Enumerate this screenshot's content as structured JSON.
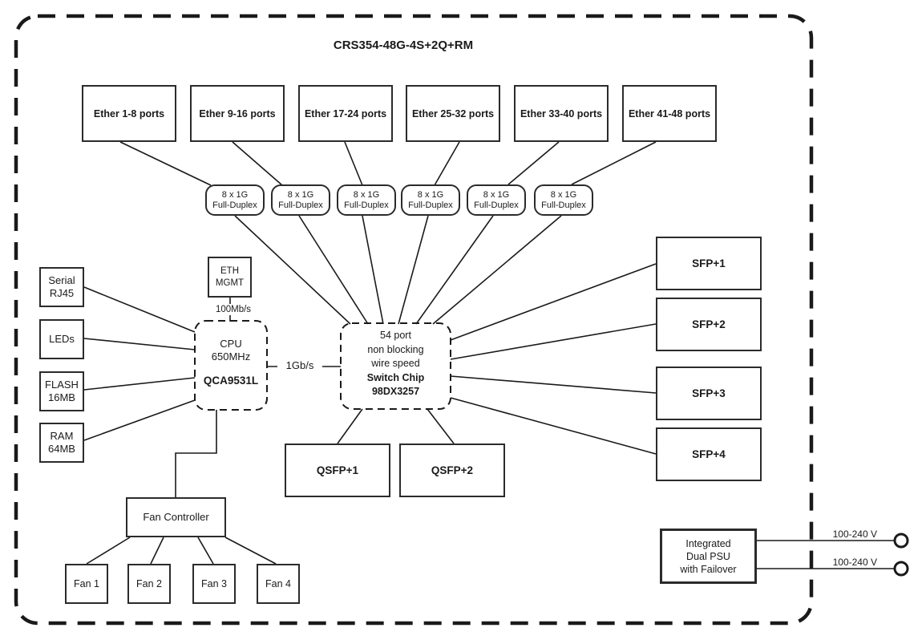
{
  "title": "CRS354-48G-4S+2Q+RM",
  "ether_groups": [
    {
      "label": "Ether 1-8 ports"
    },
    {
      "label": "Ether 9-16 ports"
    },
    {
      "label": "Ether 17-24 ports"
    },
    {
      "label": "Ether 25-32 ports"
    },
    {
      "label": "Ether 33-40 ports"
    },
    {
      "label": "Ether 41-48 ports"
    }
  ],
  "phy_links": [
    {
      "rate": "8 x 1G",
      "mode": "Full-Duplex"
    },
    {
      "rate": "8 x 1G",
      "mode": "Full-Duplex"
    },
    {
      "rate": "8 x 1G",
      "mode": "Full-Duplex"
    },
    {
      "rate": "8 x 1G",
      "mode": "Full-Duplex"
    },
    {
      "rate": "8 x 1G",
      "mode": "Full-Duplex"
    },
    {
      "rate": "8 x 1G",
      "mode": "Full-Duplex"
    }
  ],
  "peripherals": [
    {
      "line1": "Serial",
      "line2": "RJ45"
    },
    {
      "line1": "LEDs",
      "line2": ""
    },
    {
      "line1": "FLASH",
      "line2": "16MB"
    },
    {
      "line1": "RAM",
      "line2": "64MB"
    }
  ],
  "mgmt_port": {
    "line1": "ETH",
    "line2": "MGMT",
    "link_speed": "100Mb/s"
  },
  "cpu": {
    "name": "CPU",
    "clock": "650MHz",
    "model": "QCA9531L"
  },
  "cpu_switch_link": {
    "label": "1Gb/s"
  },
  "switch_chip": {
    "line1": "54 port",
    "line2": "non blocking",
    "line3": "wire speed",
    "line4": "Switch Chip",
    "line5": "98DX3257"
  },
  "sfp_ports": [
    {
      "label": "SFP+1"
    },
    {
      "label": "SFP+2"
    },
    {
      "label": "SFP+3"
    },
    {
      "label": "SFP+4"
    }
  ],
  "qsfp_ports": [
    {
      "label": "QSFP+1"
    },
    {
      "label": "QSFP+2"
    }
  ],
  "fan_controller": {
    "label": "Fan Controller"
  },
  "fans": [
    {
      "label": "Fan 1"
    },
    {
      "label": "Fan 2"
    },
    {
      "label": "Fan 3"
    },
    {
      "label": "Fan 4"
    }
  ],
  "psu": {
    "line1": "Integrated",
    "line2": "Dual PSU",
    "line3": "with Failover",
    "inputs": [
      {
        "label": "100-240 V"
      },
      {
        "label": "100-240 V"
      }
    ]
  },
  "colors": {
    "background": "#ffffff",
    "line": "#1a1a1a",
    "box_border": "#2b2b2b",
    "text": "#1a1a1a"
  }
}
